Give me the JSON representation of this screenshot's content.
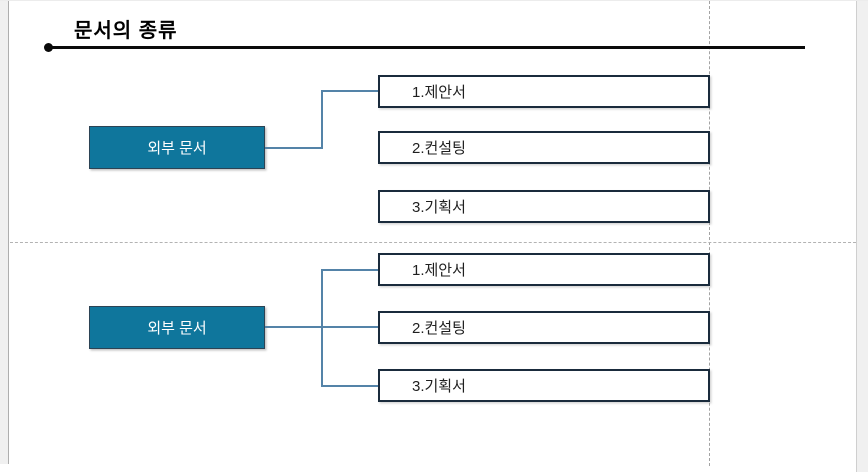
{
  "title": {
    "text": "문서의 종류"
  },
  "sections": {
    "top": {
      "parent_label": "외부 문서",
      "children": [
        "1.제안서",
        "2.컨설팅",
        "3.기획서"
      ]
    },
    "bottom": {
      "parent_label": "외부 문서",
      "children": [
        "1.제안서",
        "2.컨설팅",
        "3.기획서"
      ]
    }
  },
  "colors": {
    "parent_fill": "#0f769c",
    "parent_border": "#2c4354",
    "child_border": "#1a2b3c",
    "connector": "#5483a8",
    "guide": "#a3a3a3",
    "title_line": "#0a0a0a"
  }
}
